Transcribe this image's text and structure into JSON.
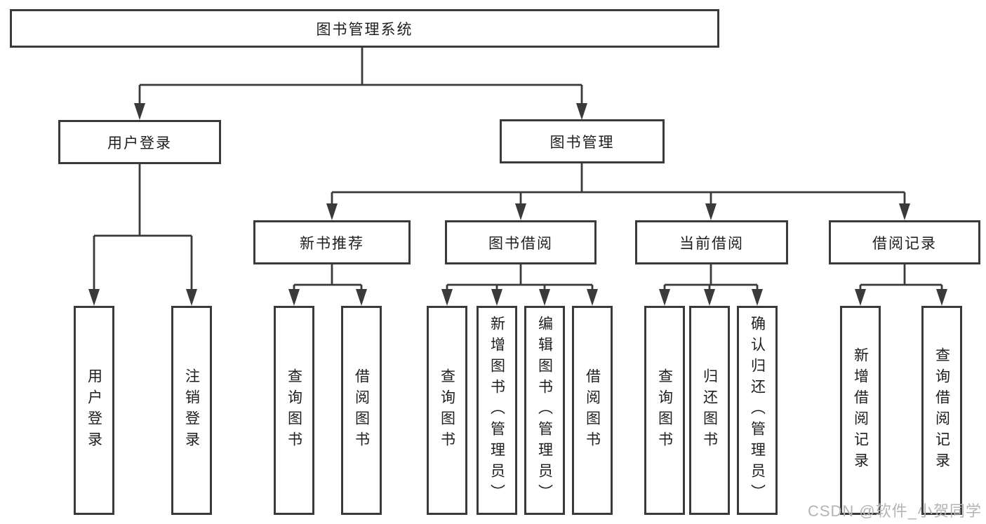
{
  "colors": {
    "line": "#3a3a3a",
    "text": "#1e1e1e",
    "box-bg": "#ffffff",
    "watermark": "#b4b4b4",
    "background": "#ffffff"
  },
  "tree": {
    "root": {
      "label": "图书管理系统"
    },
    "level2": [
      {
        "label": "用户登录"
      },
      {
        "label": "图书管理"
      }
    ],
    "level3": [
      {
        "label": "新书推荐",
        "parent": "图书管理"
      },
      {
        "label": "图书借阅",
        "parent": "图书管理"
      },
      {
        "label": "当前借阅",
        "parent": "图书管理"
      },
      {
        "label": "借阅记录",
        "parent": "图书管理"
      }
    ],
    "leaves": [
      {
        "label": "用户登录",
        "parent": "用户登录"
      },
      {
        "label": "注销登录",
        "parent": "用户登录"
      },
      {
        "label": "查询图书",
        "parent": "新书推荐"
      },
      {
        "label": "借阅图书",
        "parent": "新书推荐"
      },
      {
        "label": "查询图书",
        "parent": "图书借阅"
      },
      {
        "label": "新增图书（管理员）",
        "parent": "图书借阅"
      },
      {
        "label": "编辑图书（管理员）",
        "parent": "图书借阅"
      },
      {
        "label": "借阅图书",
        "parent": "图书借阅"
      },
      {
        "label": "查询图书",
        "parent": "当前借阅"
      },
      {
        "label": "归还图书",
        "parent": "当前借阅"
      },
      {
        "label": "确认归还（管理员）",
        "parent": "当前借阅"
      },
      {
        "label": "新增借阅记录",
        "parent": "借阅记录"
      },
      {
        "label": "查询借阅记录",
        "parent": "借阅记录"
      }
    ]
  },
  "watermark": {
    "text": "CSDN @软件_小贺同学"
  }
}
